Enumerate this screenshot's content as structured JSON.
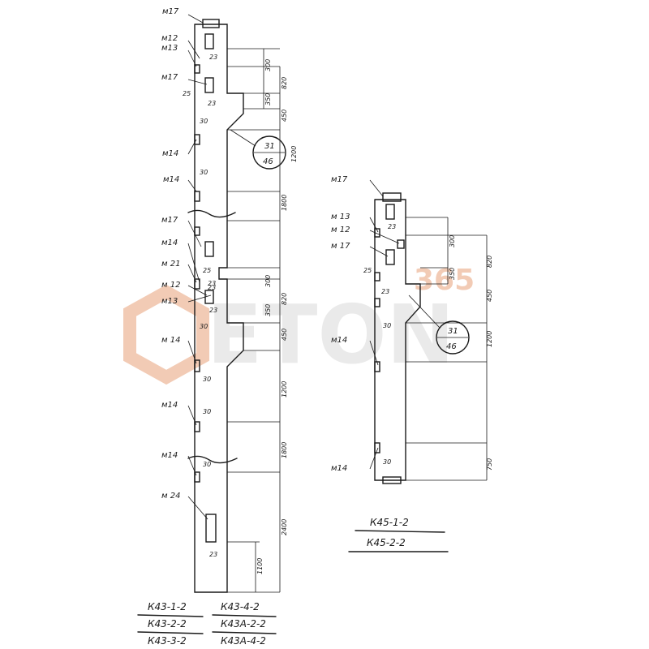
{
  "column_left": {
    "labels": [
      "м17",
      "м12",
      "м13",
      "м17",
      "м14",
      "м14",
      "м17",
      "м14",
      "м 21",
      "м 12",
      "м13",
      "м 14",
      "м14",
      "м14",
      "м 24"
    ],
    "small_marks": [
      "23",
      "23",
      "25",
      "23",
      "30",
      "30",
      "23",
      "25",
      "30",
      "23",
      "30",
      "30",
      "30",
      "23"
    ],
    "dims": [
      "300",
      "820",
      "350",
      "450",
      "1200",
      "1800",
      "300",
      "820",
      "350",
      "450",
      "1200",
      "1800",
      "2400",
      "1100"
    ],
    "circle_top": "31",
    "circle_bottom": "46"
  },
  "column_right": {
    "labels": [
      "м17",
      "м 13",
      "м 12",
      "м 17",
      "м14",
      "м14"
    ],
    "small_marks": [
      "23",
      "25",
      "23",
      "30",
      "30"
    ],
    "dims": [
      "300",
      "820",
      "350",
      "450",
      "1200",
      "750"
    ],
    "circle_top": "31",
    "circle_bottom": "46"
  },
  "titles_left": [
    "К43-1-2",
    "К43-4-2",
    "К43-2-2",
    "К43А-2-2",
    "К43-3-2",
    "К43А-4-2"
  ],
  "titles_right": [
    "К45-1-2",
    "К45-2-2"
  ],
  "watermark": {
    "brand": "ETON",
    "number": "365"
  }
}
